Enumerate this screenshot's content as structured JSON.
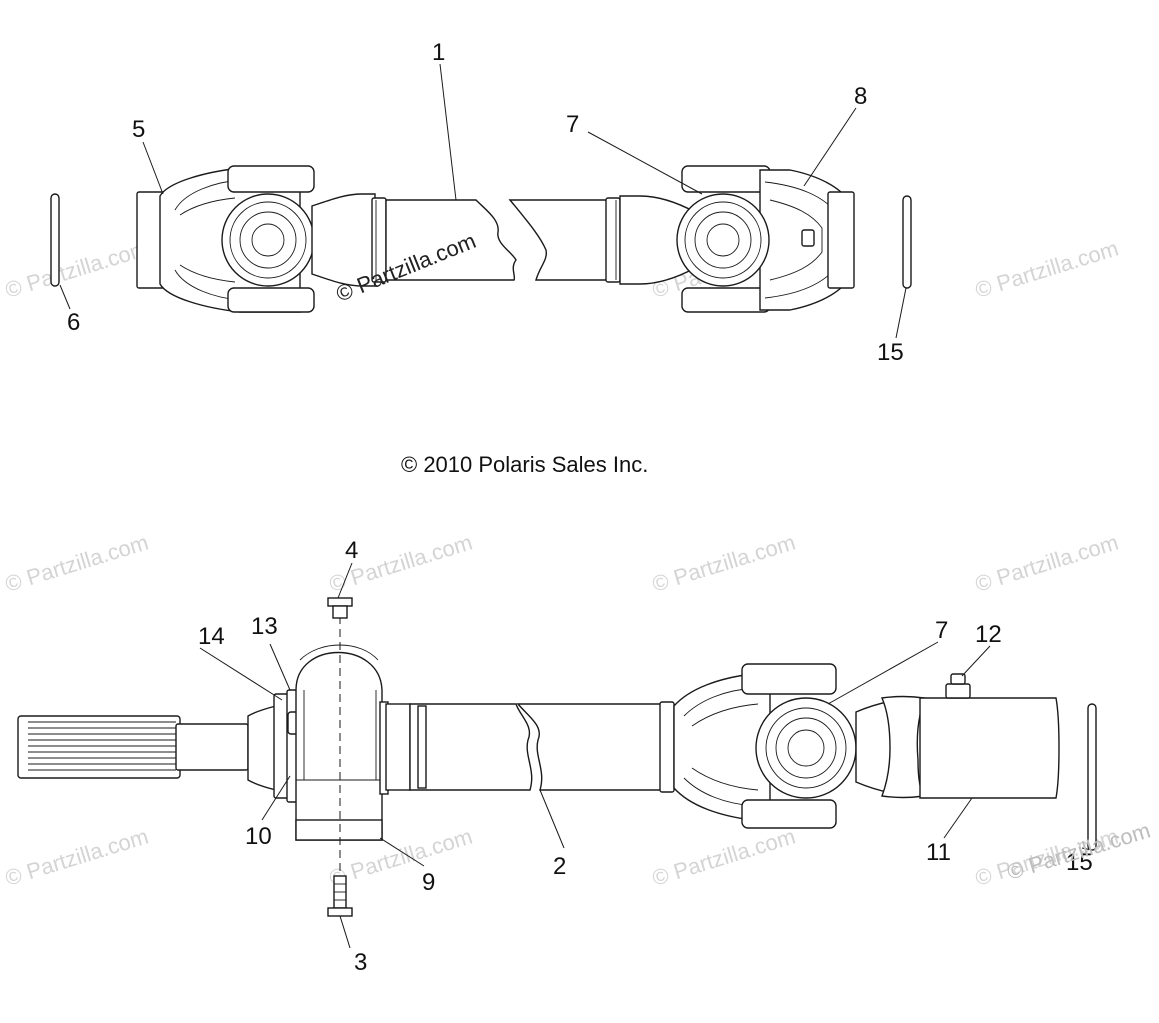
{
  "copyright": "© 2010 Polaris Sales Inc.",
  "watermark_text": "© Partzilla.com",
  "callouts": {
    "c1": "1",
    "c5": "5",
    "c6": "6",
    "c7a": "7",
    "c8": "8",
    "c15a": "15",
    "c4": "4",
    "c13": "13",
    "c14": "14",
    "c7b": "7",
    "c12": "12",
    "c10": "10",
    "c2": "2",
    "c9": "9",
    "c11": "11",
    "c15b": "15",
    "c3": "3"
  }
}
